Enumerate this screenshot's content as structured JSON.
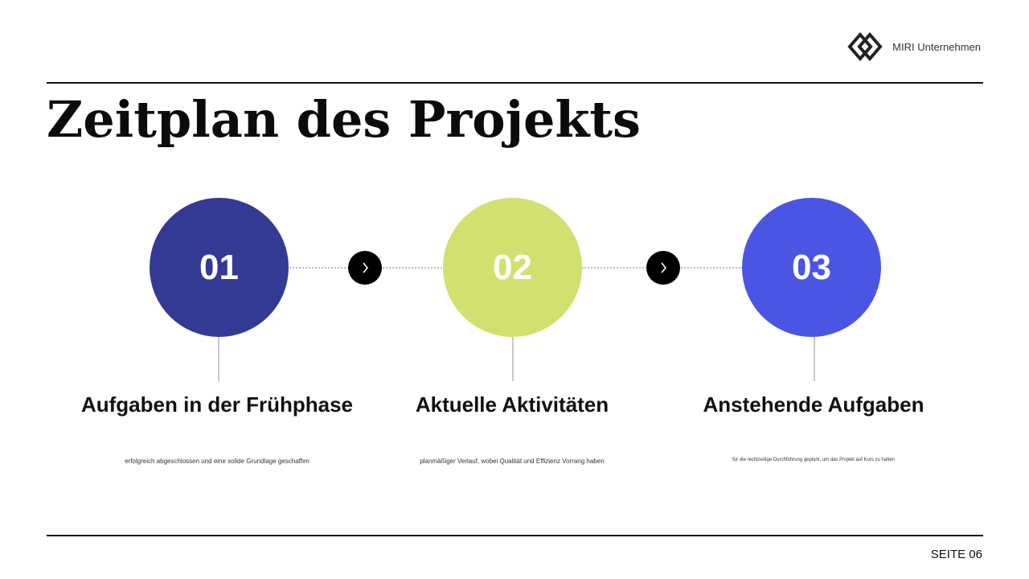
{
  "header": {
    "company": "MIRI Unternehmen",
    "logo_icon": "diamond-logo-icon"
  },
  "title": "Zeitplan des Projekts",
  "steps": [
    {
      "number": "01",
      "title": "Aufgaben in der Frühphase",
      "description": "erfolgreich abgeschlossen und eine solide Grundlage geschaffen",
      "color": "#333a93"
    },
    {
      "number": "02",
      "title": "Aktuelle Aktivitäten",
      "description": "planmäßiger Verlauf, wobei Qualität und Effizienz Vorrang haben",
      "color": "#d2e070"
    },
    {
      "number": "03",
      "title": "Anstehende Aufgaben",
      "description": "für die rechtzeitige Durchführung geplant, um das Projekt auf Kurs zu halten",
      "color": "#4a55e4"
    }
  ],
  "connector_icon": "chevron-right-icon",
  "footer": {
    "page_label": "SEITE 06"
  }
}
